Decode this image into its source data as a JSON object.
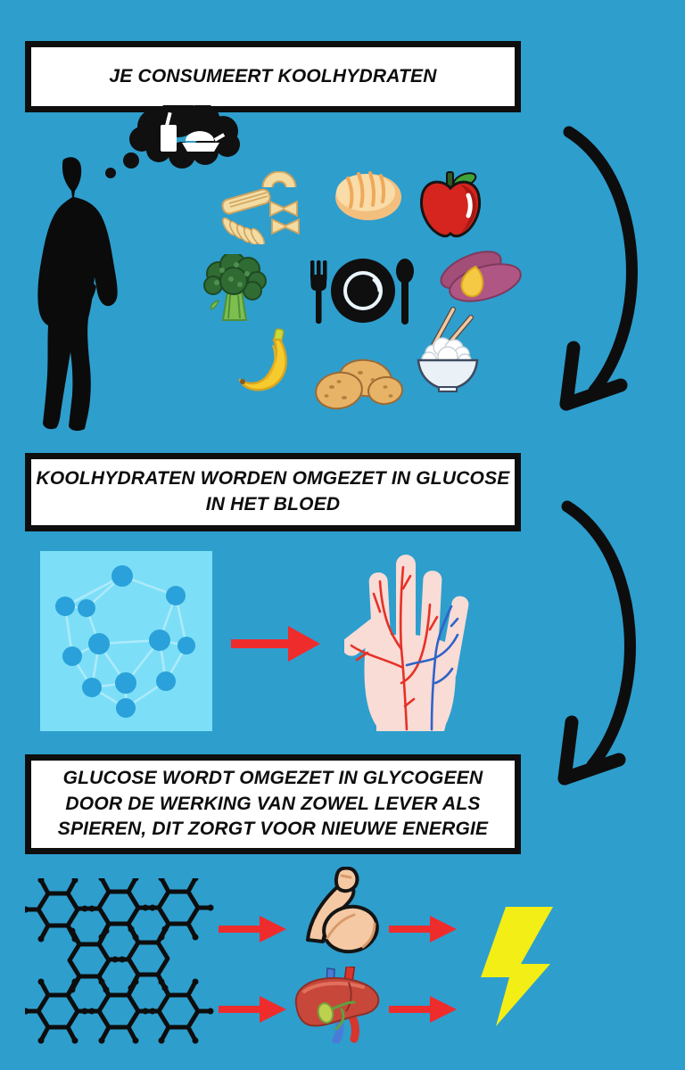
{
  "title_region": {
    "steps": [
      {
        "label": "JE CONSUMEERT KOOLHYDRATEN"
      },
      {
        "label": "KOOLHYDRATEN WORDEN OMGEZET IN GLUCOSE\nIN HET BLOED"
      },
      {
        "label": "GLUCOSE WORDT OMGEZET IN GLYCOGEEN\nDOOR DE WERKING VAN ZOWEL LEVER ALS\nSPIEREN, DIT ZORGT VOOR NIEUWE ENERGIE"
      }
    ]
  },
  "illustrations": {
    "section1": [
      "person-silhouette",
      "thought-bubble-fastfood",
      "pasta",
      "bread",
      "apple",
      "broccoli",
      "plate-with-cutlery",
      "sweet-potato",
      "banana",
      "potatoes",
      "rice-bowl",
      "curved-arrow-down"
    ],
    "section2": [
      "glucose-molecule",
      "red-arrow",
      "hand-with-blood-vessels",
      "curved-arrow-down"
    ],
    "section3": [
      "glycogen-structure",
      "red-arrow-to-muscle",
      "muscle-arm",
      "red-arrow-to-liver",
      "liver",
      "red-arrow-muscle-to-energy",
      "red-arrow-liver-to-energy",
      "lightning-bolt"
    ]
  },
  "colors": {
    "background": "#2E9ECD",
    "box_background": "#FFFFFF",
    "box_border": "#0E0E0E",
    "text": "#0D0D0D",
    "black_arrow": "#0D0D0D",
    "red_arrow": "#EE2C2C",
    "molecule_panel": "#7CDFF7",
    "molecule_node": "#2AA1DA",
    "lightning_yellow": "#F2EE16",
    "hand_skin": "#F9DCD5",
    "artery_red": "#E63128",
    "vein_blue": "#2F63C8"
  }
}
